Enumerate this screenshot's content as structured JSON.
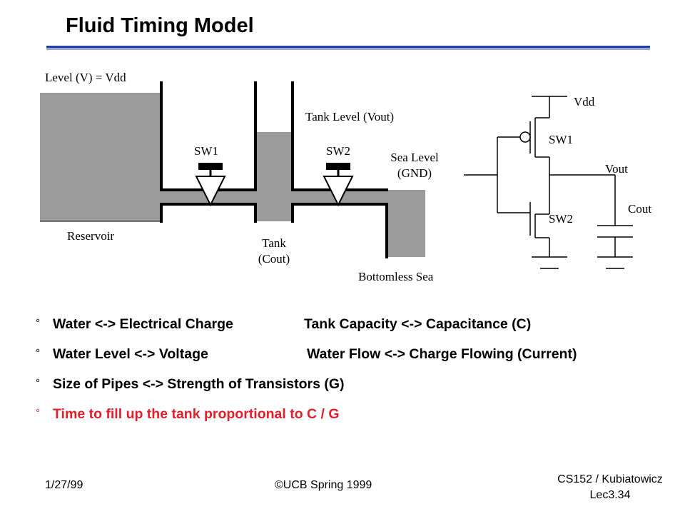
{
  "title": "Fluid Timing Model",
  "fluid": {
    "level_label": "Level (V) = Vdd",
    "tank_level_label": "Tank Level (Vout)",
    "sw1": "SW1",
    "sw2": "SW2",
    "sea_level_line1": "Sea Level",
    "sea_level_line2": "(GND)",
    "reservoir": "Reservoir",
    "tank_line1": "Tank",
    "tank_line2": "(Cout)",
    "bottomless_sea": "Bottomless Sea"
  },
  "circuit": {
    "vdd": "Vdd",
    "sw1": "SW1",
    "vout": "Vout",
    "cout": "Cout",
    "sw2": "SW2"
  },
  "bullets": [
    {
      "marker": "°",
      "left": "Water <-> Electrical Charge",
      "right": "Tank Capacity <-> Capacitance (C)",
      "highlight": false
    },
    {
      "marker": "°",
      "left": "Water Level <-> Voltage",
      "right": "Water Flow <-> Charge Flowing (Current)",
      "highlight": false
    },
    {
      "marker": "°",
      "left": "Size of Pipes <-> Strength of Transistors (G)",
      "right": "",
      "highlight": false
    },
    {
      "marker": "°",
      "left": "Time to fill up the tank proportional to C / G",
      "right": "",
      "highlight": true
    }
  ],
  "footer": {
    "date": "1/27/99",
    "copyright": "©UCB Spring 1999",
    "course": "CS152 / Kubiatowicz",
    "lecture": "Lec3.34"
  },
  "colors": {
    "rule": "#1f3fb0",
    "water": "#9b9b9b",
    "highlight": "#e0202c"
  }
}
